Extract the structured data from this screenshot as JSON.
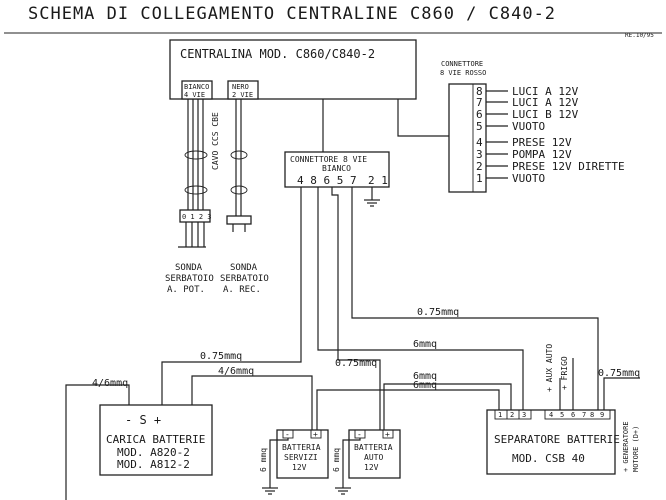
{
  "title": "SCHEMA DI COLLEGAMENTO CENTRALINE C860 / C840-2",
  "ref_code": "RE.10/95",
  "centralina": {
    "label": "CENTRALINA MOD. C860/C840-2",
    "port_bianco": [
      "BIANCO",
      "4 VIE"
    ],
    "port_nero": [
      "NERO",
      "2 VIE"
    ],
    "cable_label": "CAVO CCS CBE",
    "pins_4": "0 1 2 3"
  },
  "sonde": {
    "potenziometro": [
      "SONDA",
      "SERBATOIO",
      "A. POT."
    ],
    "reed": [
      "SONDA",
      "SERBATOIO",
      "A. REC."
    ]
  },
  "connettore_rosso": {
    "header": [
      "CONNETTORE",
      "8 VIE ROSSO"
    ],
    "pins": [
      {
        "n": "8",
        "label": "LUCI A 12V"
      },
      {
        "n": "7",
        "label": "LUCI A 12V"
      },
      {
        "n": "6",
        "label": "LUCI B 12V"
      },
      {
        "n": "5",
        "label": "VUOTO"
      },
      {
        "n": "4",
        "label": "PRESE 12V"
      },
      {
        "n": "3",
        "label": "POMPA 12V"
      },
      {
        "n": "2",
        "label": "PRESE 12V DIRETTE"
      },
      {
        "n": "1",
        "label": "VUOTO"
      }
    ]
  },
  "connettore_bianco": {
    "header": [
      "CONNETTORE 8 VIE",
      "BIANCO"
    ],
    "pins_left": "4 8 6 5 7",
    "pins_right": "2 1"
  },
  "carica_batterie": {
    "terminals": "-   S   +",
    "name": "CARICA BATTERIE",
    "models": [
      "MOD. A820-2",
      "MOD. A812-2"
    ]
  },
  "batteria_servizi": {
    "terminals": [
      "-",
      "+"
    ],
    "name": [
      "BATTERIA",
      "SERVIZI",
      "12V"
    ]
  },
  "batteria_auto": {
    "terminals": [
      "-",
      "+"
    ],
    "name": [
      "BATTERIA",
      "AUTO",
      "12V"
    ]
  },
  "separatore": {
    "pins_left": [
      "1",
      "2",
      "3"
    ],
    "pins_right": [
      "4",
      "5",
      "6",
      "7",
      "8",
      "9"
    ],
    "name": "SEPARATORE BATTERIE",
    "model": "MOD. CSB 40",
    "aux_auto": "+ AUX AUTO",
    "frigo": "+ FRIGO",
    "generatore": [
      "+ GENERATORE",
      "MOTORE (D+)"
    ]
  },
  "wire_labels": {
    "w075_top": "0.75mmq",
    "w6_a": "6mmq",
    "w075_mid": "0.75mmq",
    "w075_left": "0.75mmq",
    "w46_a": "4/6mmq",
    "w46_b": "4/6mmq",
    "w6_b": "6mmq",
    "w6_c": "6mmq",
    "w075_right": "0.75mmq",
    "w6_gnd1": "6 mmq",
    "w6_gnd2": "6 mmq"
  }
}
